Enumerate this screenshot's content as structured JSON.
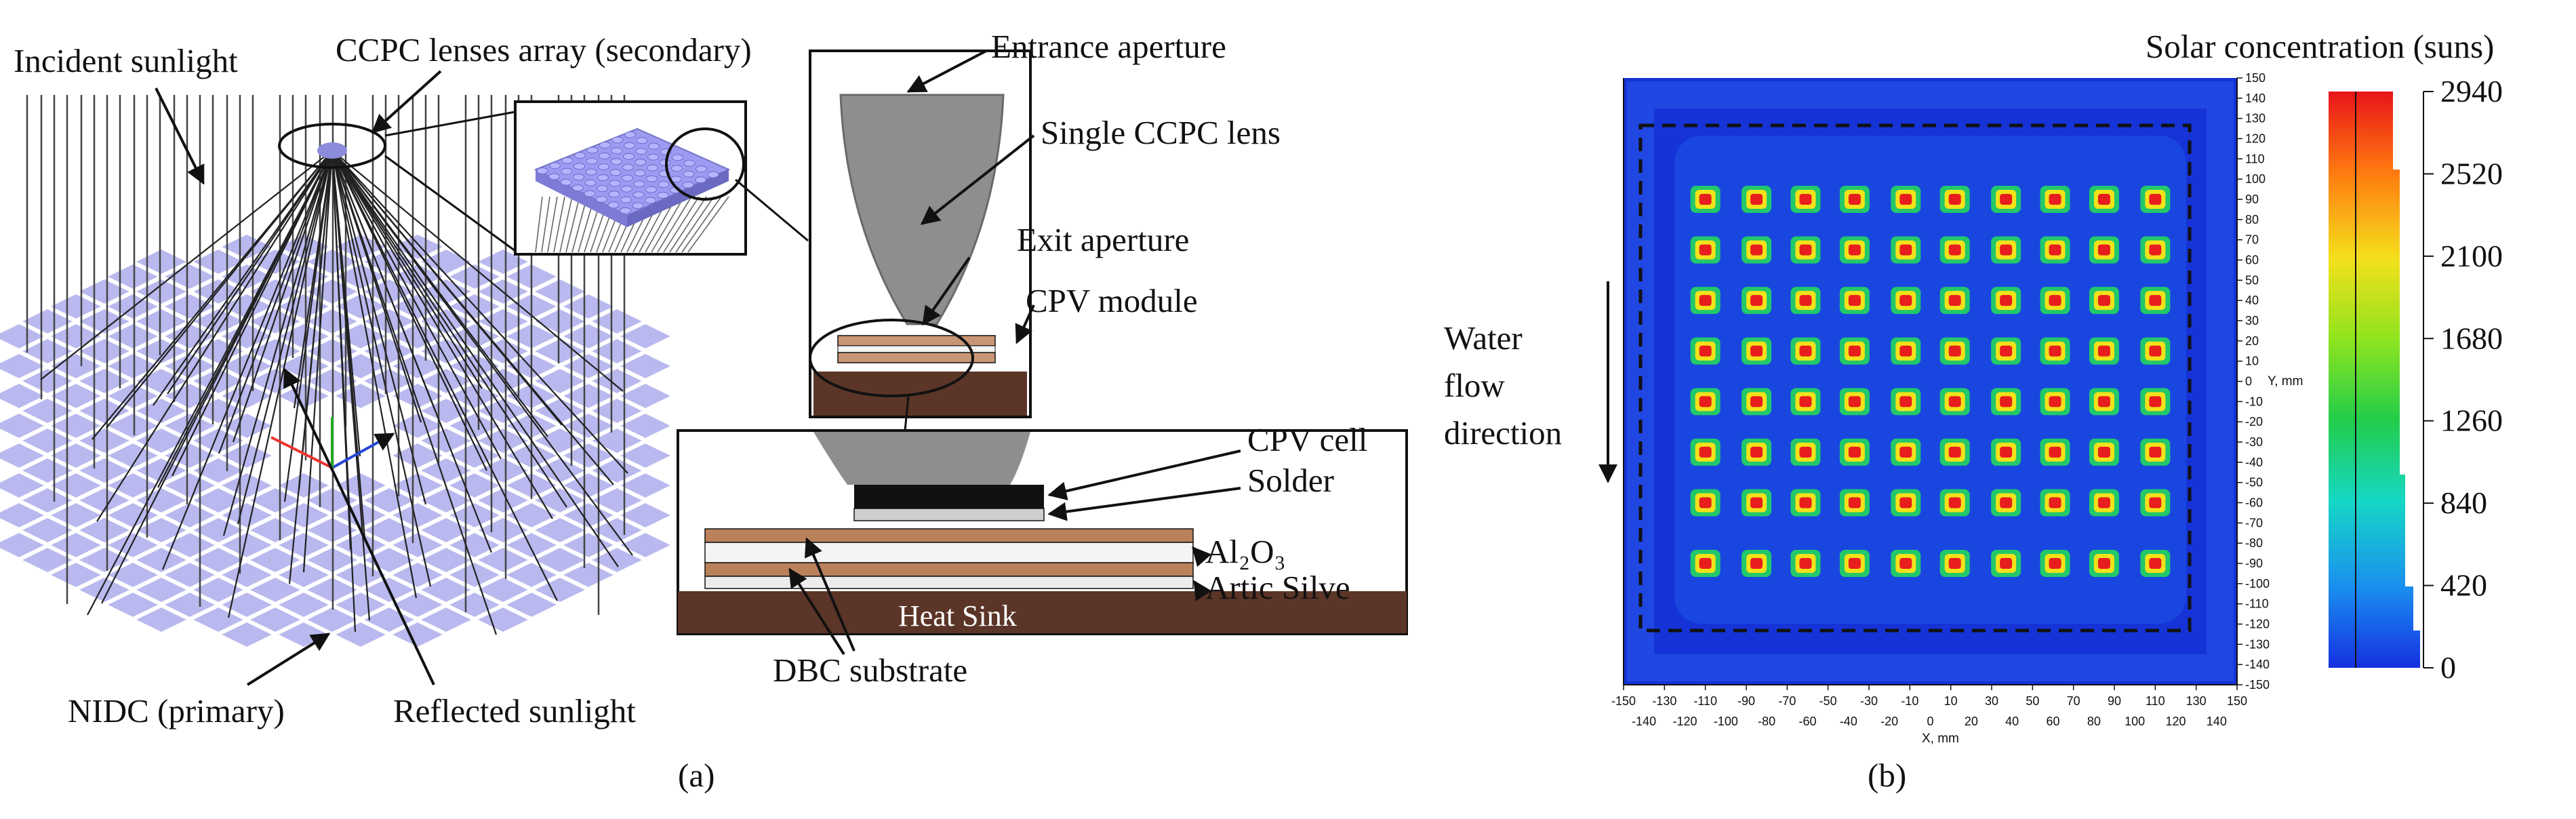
{
  "panel_a": {
    "caption": "(a)",
    "labels": {
      "incident": "Incident sunlight",
      "ccpc_array": "CCPC lenses array (secondary)",
      "entrance": "Entrance aperture",
      "single_lens": "Single CCPC lens",
      "exit": "Exit aperture",
      "cpv_module": "CPV module",
      "cpv_cell": "CPV cell",
      "solder": "Solder",
      "al2o3": "Al₂O₃",
      "artic": "Artic Silve",
      "heat_sink": "Heat Sink",
      "dbc": "DBC substrate",
      "nidc": "NIDC (primary)",
      "reflected": "Reflected sunlight"
    },
    "colors": {
      "mirror": "#b9b9ef",
      "lens": "#8f8f8f",
      "copper": "#b9825b",
      "heatsink": "#5b3527"
    }
  },
  "panel_b": {
    "caption": "(b)",
    "water_label_1": "Water",
    "water_label_2": "flow",
    "water_label_3": "direction",
    "colorbar_title": "Solar concentration (suns)",
    "y_axis_title": "Y, mm",
    "x_axis_title": "X, mm",
    "y_ticks": [
      "150",
      "140",
      "130",
      "120",
      "110",
      "100",
      "90",
      "80",
      "70",
      "60",
      "50",
      "40",
      "30",
      "20",
      "10",
      "0",
      "-10",
      "-20",
      "-30",
      "-40",
      "-50",
      "-60",
      "-70",
      "-80",
      "-90",
      "-100",
      "-110",
      "-120",
      "-130",
      "-140",
      "-150"
    ],
    "x_ticks_top": [
      "-150",
      "-130",
      "-110",
      "-90",
      "-70",
      "-50",
      "-30",
      "-10",
      "10",
      "30",
      "50",
      "70",
      "90",
      "110",
      "130",
      "150"
    ],
    "x_ticks_bottom": [
      "-140",
      "-120",
      "-100",
      "-80",
      "-60",
      "-40",
      "-20",
      "0",
      "20",
      "40",
      "60",
      "80",
      "100",
      "120",
      "140"
    ],
    "colorbar_ticks": [
      "2940",
      "2520",
      "2100",
      "1680",
      "1260",
      "840",
      "420",
      "0"
    ],
    "colors": {
      "background": "#1533d6",
      "border": "#0d1fa0",
      "hot": "#e81d1d",
      "ring": "#f2e21a",
      "halo": "#22c86a"
    },
    "chart_data": {
      "type": "heatmap",
      "xlabel": "X, mm",
      "ylabel": "Y, mm",
      "xlim": [
        -150,
        150
      ],
      "ylim": [
        -150,
        150
      ],
      "colorbar_label": "Solar concentration (suns)",
      "colorbar_range": [
        0,
        2940
      ],
      "spot_grid": {
        "x": [
          -110,
          -85,
          -61,
          -37,
          -12,
          12,
          37,
          61,
          85,
          110
        ],
        "y": [
          90,
          65,
          40,
          15,
          -10,
          -35,
          -60,
          -90
        ]
      }
    }
  }
}
